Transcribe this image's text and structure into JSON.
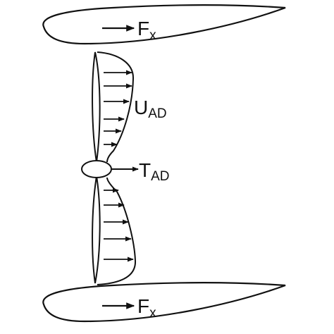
{
  "labels": {
    "force_top": {
      "main": "F",
      "sub": "x"
    },
    "force_bottom": {
      "main": "F",
      "sub": "x"
    },
    "velocity": {
      "main": "U",
      "sub": "AD"
    },
    "thrust": {
      "main": "T",
      "sub": "AD"
    }
  },
  "colors": {
    "stroke": "#111111",
    "background": "#ffffff"
  }
}
